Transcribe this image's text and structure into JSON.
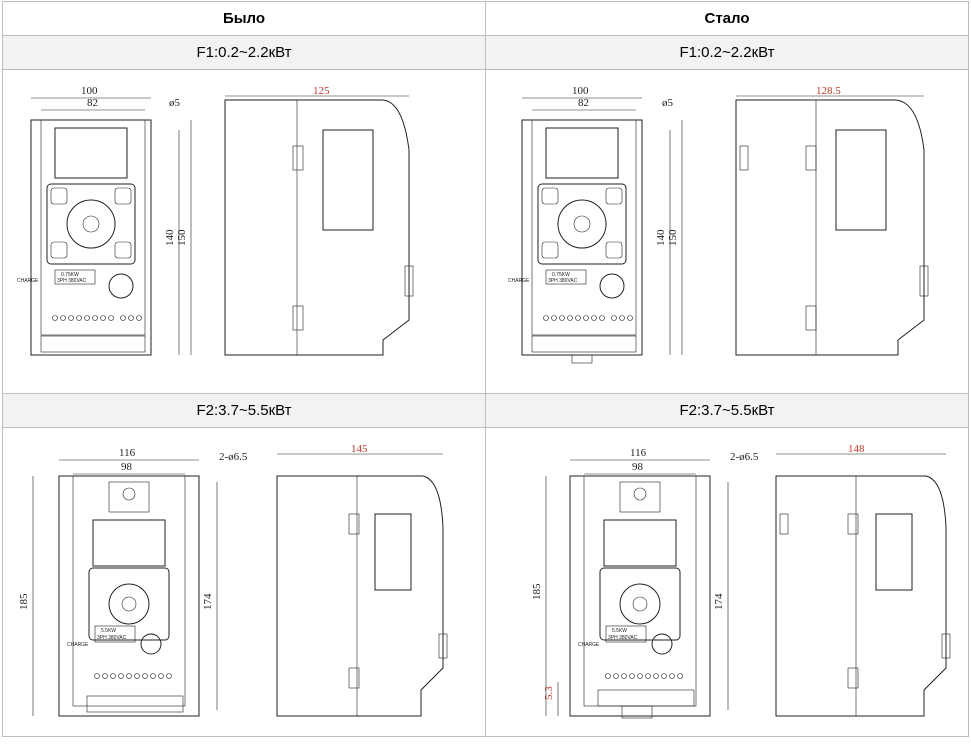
{
  "headers": {
    "before": "Было",
    "after": "Стало"
  },
  "rows": [
    {
      "before_label": "F1:0.2~2.2кВт",
      "after_label": "F1:0.2~2.2кВт"
    },
    {
      "before_label": "F2:3.7~5.5кВт",
      "after_label": "F2:3.7~5.5кВт"
    }
  ],
  "drawings": {
    "f1_before": {
      "width": "100",
      "inner_width": "82",
      "hole": "ø5",
      "height_inner": "140",
      "height_outer": "150",
      "depth": "125",
      "rating": "0.75KW",
      "supply": "3PH 380VAC",
      "side_mark": "CHARGE"
    },
    "f1_after": {
      "width": "100",
      "inner_width": "82",
      "hole": "ø5",
      "height_inner": "140",
      "height_outer": "150",
      "depth": "128.5",
      "rating": "0.75KW",
      "supply": "3PH 380VAC",
      "side_mark": "CHARGE"
    },
    "f2_before": {
      "width": "116",
      "inner_width": "98",
      "hole": "2-ø6.5",
      "height_outer": "185",
      "height_inner": "174",
      "depth": "145",
      "rating": "5.5KW",
      "supply": "3PH 380VAC",
      "side_mark": "CHARGE"
    },
    "f2_after": {
      "width": "116",
      "inner_width": "98",
      "hole": "2-ø6.5",
      "height_outer": "185",
      "height_inner": "174",
      "depth": "148",
      "bottom_offset": "5.3",
      "rating": "5.5KW",
      "supply": "3PH 380VAC",
      "side_mark": "CHARGE"
    }
  },
  "colors": {
    "depth_label": "#c0392b",
    "subheader_bg": "#f2f2f2",
    "grid": "#bdbdbd"
  }
}
